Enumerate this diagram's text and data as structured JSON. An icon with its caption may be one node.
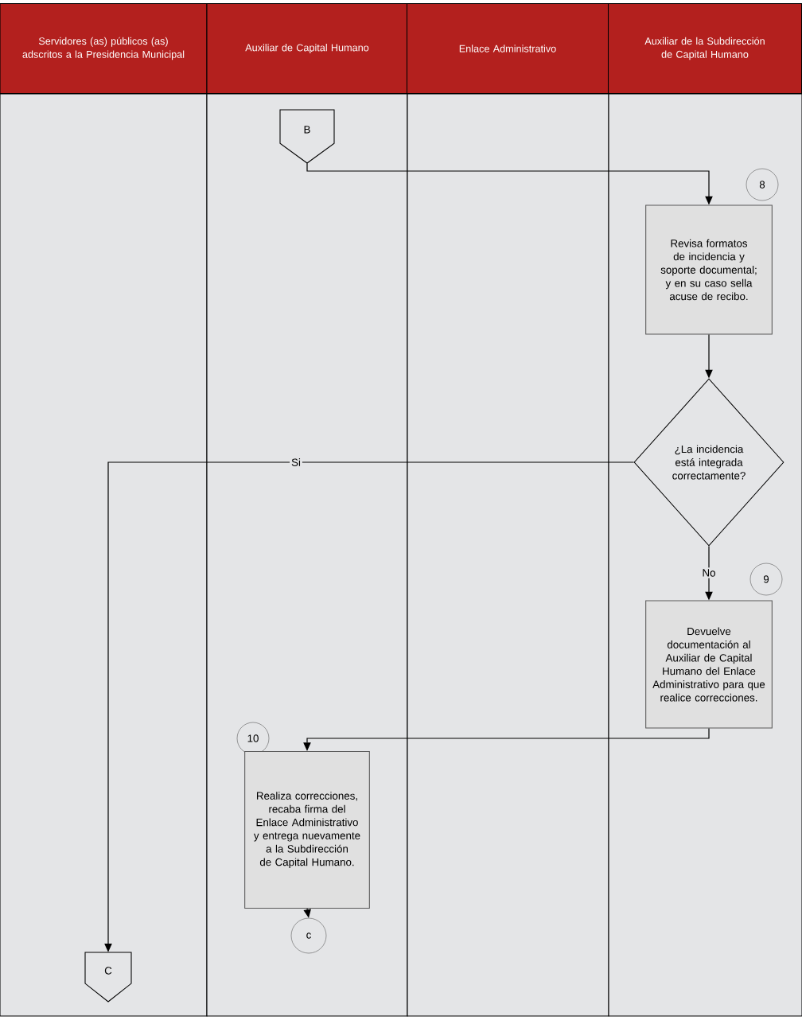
{
  "diagram": {
    "nodes": [
      {
        "text": [
          "Servidores (as) públicos (as) adscritos a la Presidencia Municipal"
        ]
      },
      {
        "text": [
          "Auxiliar de Capital Humano"
        ]
      },
      {
        "text": [
          "Enlace Administrativo"
        ]
      },
      {
        "text": [
          "Auxiliar de la Subdirección de Capital Humano"
        ]
      },
      {
        "text": [
          "B"
        ]
      },
      {
        "text": [
          "8"
        ]
      },
      {
        "text": [
          "Revisa formatos de incidencia y soporte documental; y en su caso sella acuse de recibo."
        ]
      },
      {
        "text": [
          "¿La incidencia está integrada correctamente?"
        ]
      },
      {
        "text": [
          "9"
        ]
      },
      {
        "text": [
          "Devuelve documentación al Auxiliar de Capital Humano del Enlace Administrativo para que realice correcciones."
        ]
      },
      {
        "text": [
          "10"
        ]
      },
      {
        "text": [
          "Realiza correcciones, recaba firma del Enlace Administrativo y entrega nuevamente a la Subdirección de Capital Humano."
        ]
      },
      {
        "text": [
          "c"
        ]
      },
      {
        "text": [
          "C"
        ]
      }
    ],
    "edges": [
      {
        "from": 4,
        "to": 6,
        "arrow": "to"
      },
      {
        "from": 6,
        "to": 7,
        "arrow": "to"
      },
      {
        "from": 7,
        "to": 13,
        "arrow": "to",
        "label": "Si"
      },
      {
        "from": 7,
        "to": 9,
        "arrow": "to",
        "label": "No"
      },
      {
        "from": 9,
        "to": 11,
        "arrow": "to"
      },
      {
        "from": 11,
        "to": 12,
        "arrow": "to"
      }
    ]
  }
}
